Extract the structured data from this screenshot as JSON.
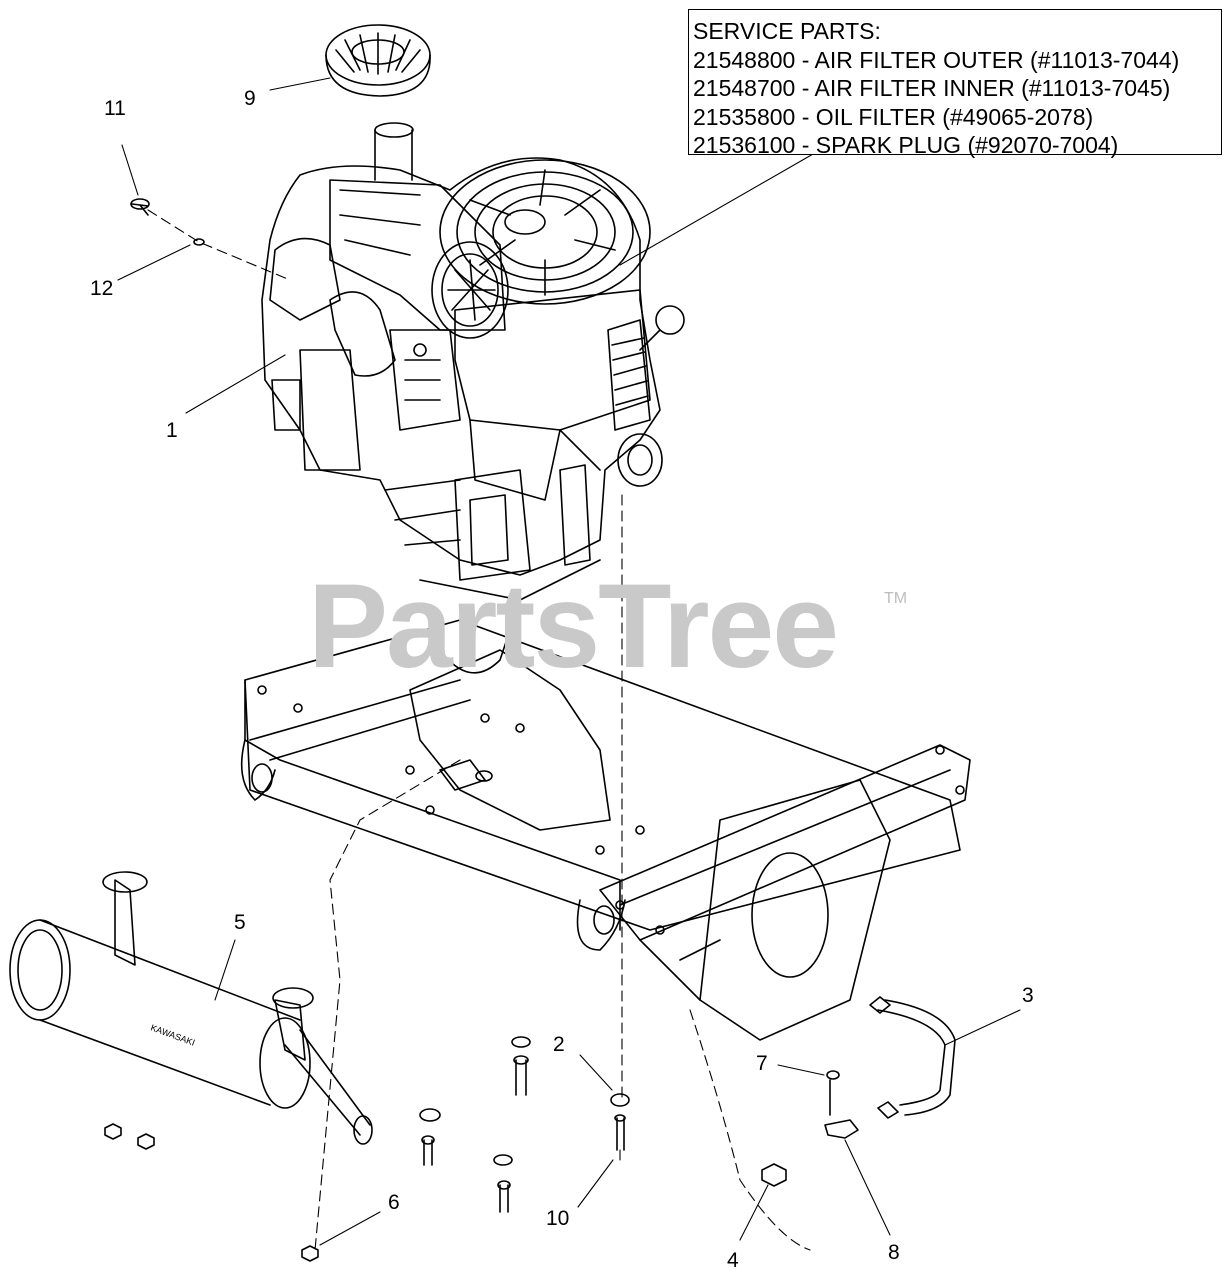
{
  "service_parts": {
    "title": "SERVICE PARTS:",
    "lines": [
      "21548800 - AIR FILTER OUTER (#11013-7044)",
      "21548700 - AIR FILTER INNER (#11013-7045)",
      "21535800 - OIL FILTER (#49065-2078)",
      "21536100 - SPARK PLUG (#92070-7004)"
    ]
  },
  "watermark": {
    "text": "PartsTree",
    "tm": "TM"
  },
  "callouts": [
    {
      "id": "1",
      "label": "1"
    },
    {
      "id": "2",
      "label": "2"
    },
    {
      "id": "3",
      "label": "3"
    },
    {
      "id": "4",
      "label": "4"
    },
    {
      "id": "5",
      "label": "5"
    },
    {
      "id": "6",
      "label": "6"
    },
    {
      "id": "7",
      "label": "7"
    },
    {
      "id": "8",
      "label": "8"
    },
    {
      "id": "9",
      "label": "9"
    },
    {
      "id": "10",
      "label": "10"
    },
    {
      "id": "11",
      "label": "11"
    },
    {
      "id": "12",
      "label": "12"
    }
  ],
  "colors": {
    "line": "#000000",
    "watermark": "#c9c9c9",
    "background": "#ffffff"
  }
}
